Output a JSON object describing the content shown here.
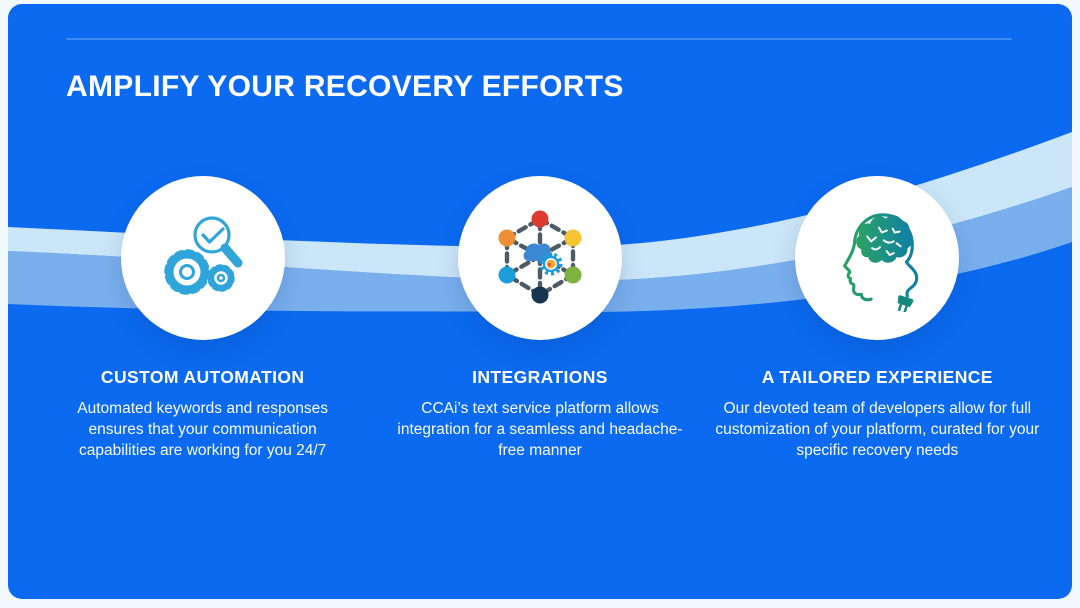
{
  "header": {
    "title": "AMPLIFY YOUR RECOVERY EFFORTS"
  },
  "features": [
    {
      "icon": "automation-gears-magnifier-icon",
      "title": "CUSTOM AUTOMATION",
      "description": "Automated keywords and responses ensures that your communication capabilities are working for you 24/7"
    },
    {
      "icon": "integrations-network-cloud-icon",
      "title": "INTEGRATIONS",
      "description": "CCAi’s text service platform allows integration for a seamless and headache-free manner"
    },
    {
      "icon": "brain-plug-icon",
      "title": "A TAILORED EXPERIENCE",
      "description": "Our devoted team of developers allow for full customization of your platform, curated for your specific recovery needs"
    }
  ],
  "colors": {
    "page_background": "#f2f9fe",
    "card_background": "#0b6af0",
    "wave_light": "#cbe6f8",
    "wave_medium": "#7aafee",
    "divider": "rgba(255,255,255,0.22)",
    "heading_text": "#ffffff",
    "body_text": "#f8fbff",
    "icon_automation_stroke": "#2fa5da",
    "icon_network_line": "#4e5a64",
    "icon_node_red": "#dd3b30",
    "icon_node_orange": "#ef8f35",
    "icon_node_yellow": "#f5c433",
    "icon_node_cyan": "#1d9ed8",
    "icon_node_green": "#7db33e",
    "icon_node_navy": "#14344f",
    "icon_cloud_blue": "#3d87d2",
    "icon_gear_badge_orange": "#f5a630",
    "icon_brain_green": "#2ba361",
    "icon_brain_teal": "#0f7fa6"
  }
}
